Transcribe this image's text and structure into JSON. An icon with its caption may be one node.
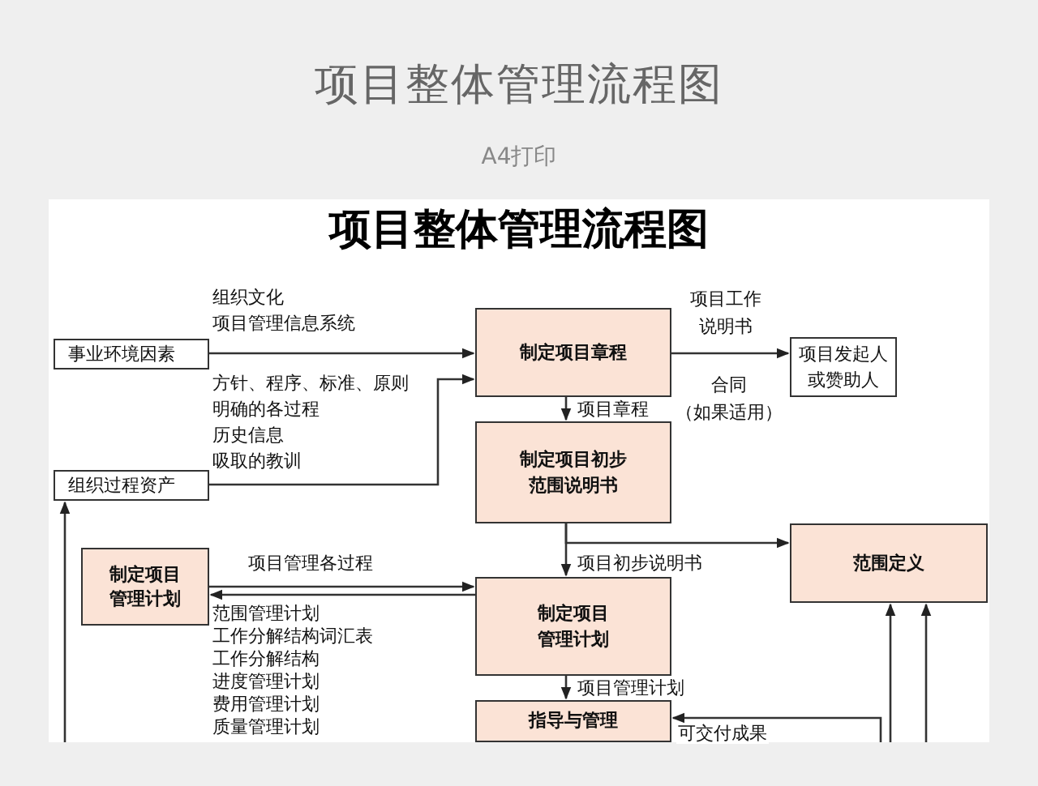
{
  "diagram": {
    "title": "项目整体管理流程图",
    "nodes": [
      {
        "text": [
          "事业环境因素"
        ]
      },
      {
        "text": [
          "组织过程资产"
        ]
      },
      {
        "text": [
          "制定项目章程"
        ]
      },
      {
        "text": [
          "项目发起人或赞助人"
        ]
      },
      {
        "text": [
          "制定项目初步范围说明书"
        ]
      },
      {
        "text": [
          "范围定义"
        ]
      },
      {
        "text": [
          "制定项目管理计划"
        ]
      },
      {
        "text": [
          "制定项目管理计划"
        ]
      },
      {
        "text": [
          "指导与管理"
        ]
      }
    ],
    "edges": [
      {
        "from": 0,
        "to": 2,
        "arrow": "to"
      },
      {
        "from": 1,
        "to": 2,
        "arrow": "to"
      },
      {
        "from": 2,
        "to": 3,
        "arrow": "to"
      },
      {
        "from": 2,
        "to": 4,
        "arrow": "to",
        "label": "项目章程"
      },
      {
        "from": 4,
        "to": 5,
        "arrow": "to"
      },
      {
        "from": 4,
        "to": 7,
        "arrow": "to",
        "label": "项目初步说明书"
      },
      {
        "from": 6,
        "to": 7,
        "arrow": "to",
        "label": "项目管理各过程"
      },
      {
        "from": 7,
        "to": 6,
        "arrow": "to"
      },
      {
        "from": 7,
        "to": 8,
        "arrow": "to",
        "label": "项目管理计划"
      },
      {
        "from": null,
        "to": 8,
        "arrow": "to",
        "label": "可交付成果"
      },
      {
        "from": null,
        "to": 5,
        "arrow": "to"
      },
      {
        "from": null,
        "to": 5,
        "arrow": "to"
      },
      {
        "from": null,
        "to": 1,
        "arrow": "to"
      }
    ],
    "labels": [
      "A4打印",
      "项目整体管理流程图",
      "组织文化",
      "项目管理信息系统",
      "方针、程序、标准、原则",
      "明确的各过程",
      "历史信息",
      "吸取的教训",
      "项目工作说明书",
      "合同（如果适用）",
      "范围管理计划",
      "工作分解结构词汇表",
      "工作分解结构",
      "进度管理计划",
      "费用管理计划",
      "质量管理计划"
    ]
  }
}
